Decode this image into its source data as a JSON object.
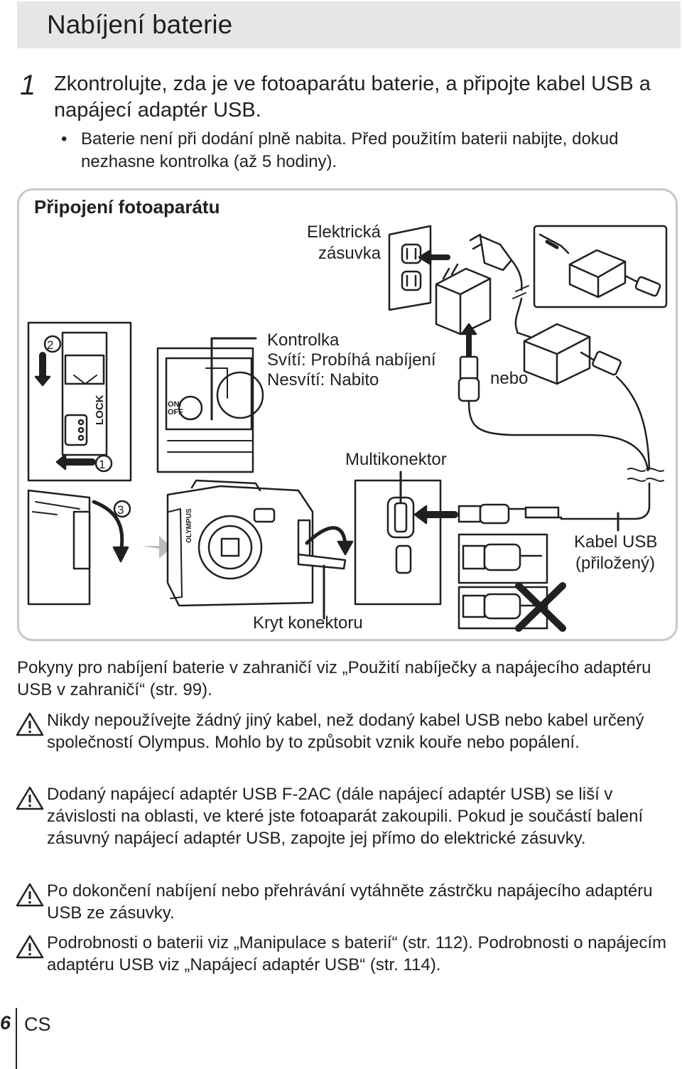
{
  "header": {
    "title": "Nabíjení baterie"
  },
  "step": {
    "number": "1",
    "text": "Zkontrolujte, zda je ve fotoaparátu baterie, a připojte kabel USB a napájecí adaptér USB.",
    "bullet_symbol": "•",
    "bullet": "Baterie není při dodání plně nabita. Před použitím baterii nabijte, dokud nezhasne kontrolka (až 5 hodiny)."
  },
  "figure": {
    "title": "Připojení fotoaparátu",
    "labels": {
      "outlet_line1": "Elektrická",
      "outlet_line2": "zásuvka",
      "indicator_line1": "Kontrolka",
      "indicator_line2": "Svítí: Probíhá nabíjení",
      "indicator_line3": "Nesvítí: Nabito",
      "or": "nebo",
      "multiconnector": "Multikonektor",
      "usb_cable_line1": "Kabel USB",
      "usb_cable_line2": "(přiložený)",
      "connector_cover": "Kryt konektoru",
      "camera_brand": "OLYMPUS",
      "on_off_line1": "ON/",
      "on_off_line2": "OFF",
      "lock": "LOCK",
      "step_2": "2",
      "step_1": "1",
      "step_3": "3"
    }
  },
  "notes": {
    "intro": "Pokyny pro nabíjení baterie v zahraničí viz „Použití nabíječky a napájecího adaptéru USB v zahraničí“ (str. 99).",
    "warnings": [
      "Nikdy nepoužívejte žádný jiný kabel, než dodaný kabel USB nebo kabel určený společností Olympus. Mohlo by to způsobit vznik kouře nebo popálení.",
      "Dodaný napájecí adaptér USB F-2AC (dále napájecí adaptér USB) se liší v závislosti na oblasti, ve které jste fotoaparát zakoupili. Pokud je součástí balení zásuvný napájecí adaptér USB, zapojte jej přímo do elektrické zásuvky.",
      "Po dokončení nabíjení nebo přehrávání vytáhněte zástrčku napájecího adaptéru USB ze zásuvky.",
      "Podrobnosti o baterii viz „Manipulace s baterií“ (str. 112). Podrobnosti o napájecím adaptéru USB viz „Napájecí adaptér USB“ (str. 114)."
    ]
  },
  "footer": {
    "page_number": "6",
    "language": "CS"
  }
}
